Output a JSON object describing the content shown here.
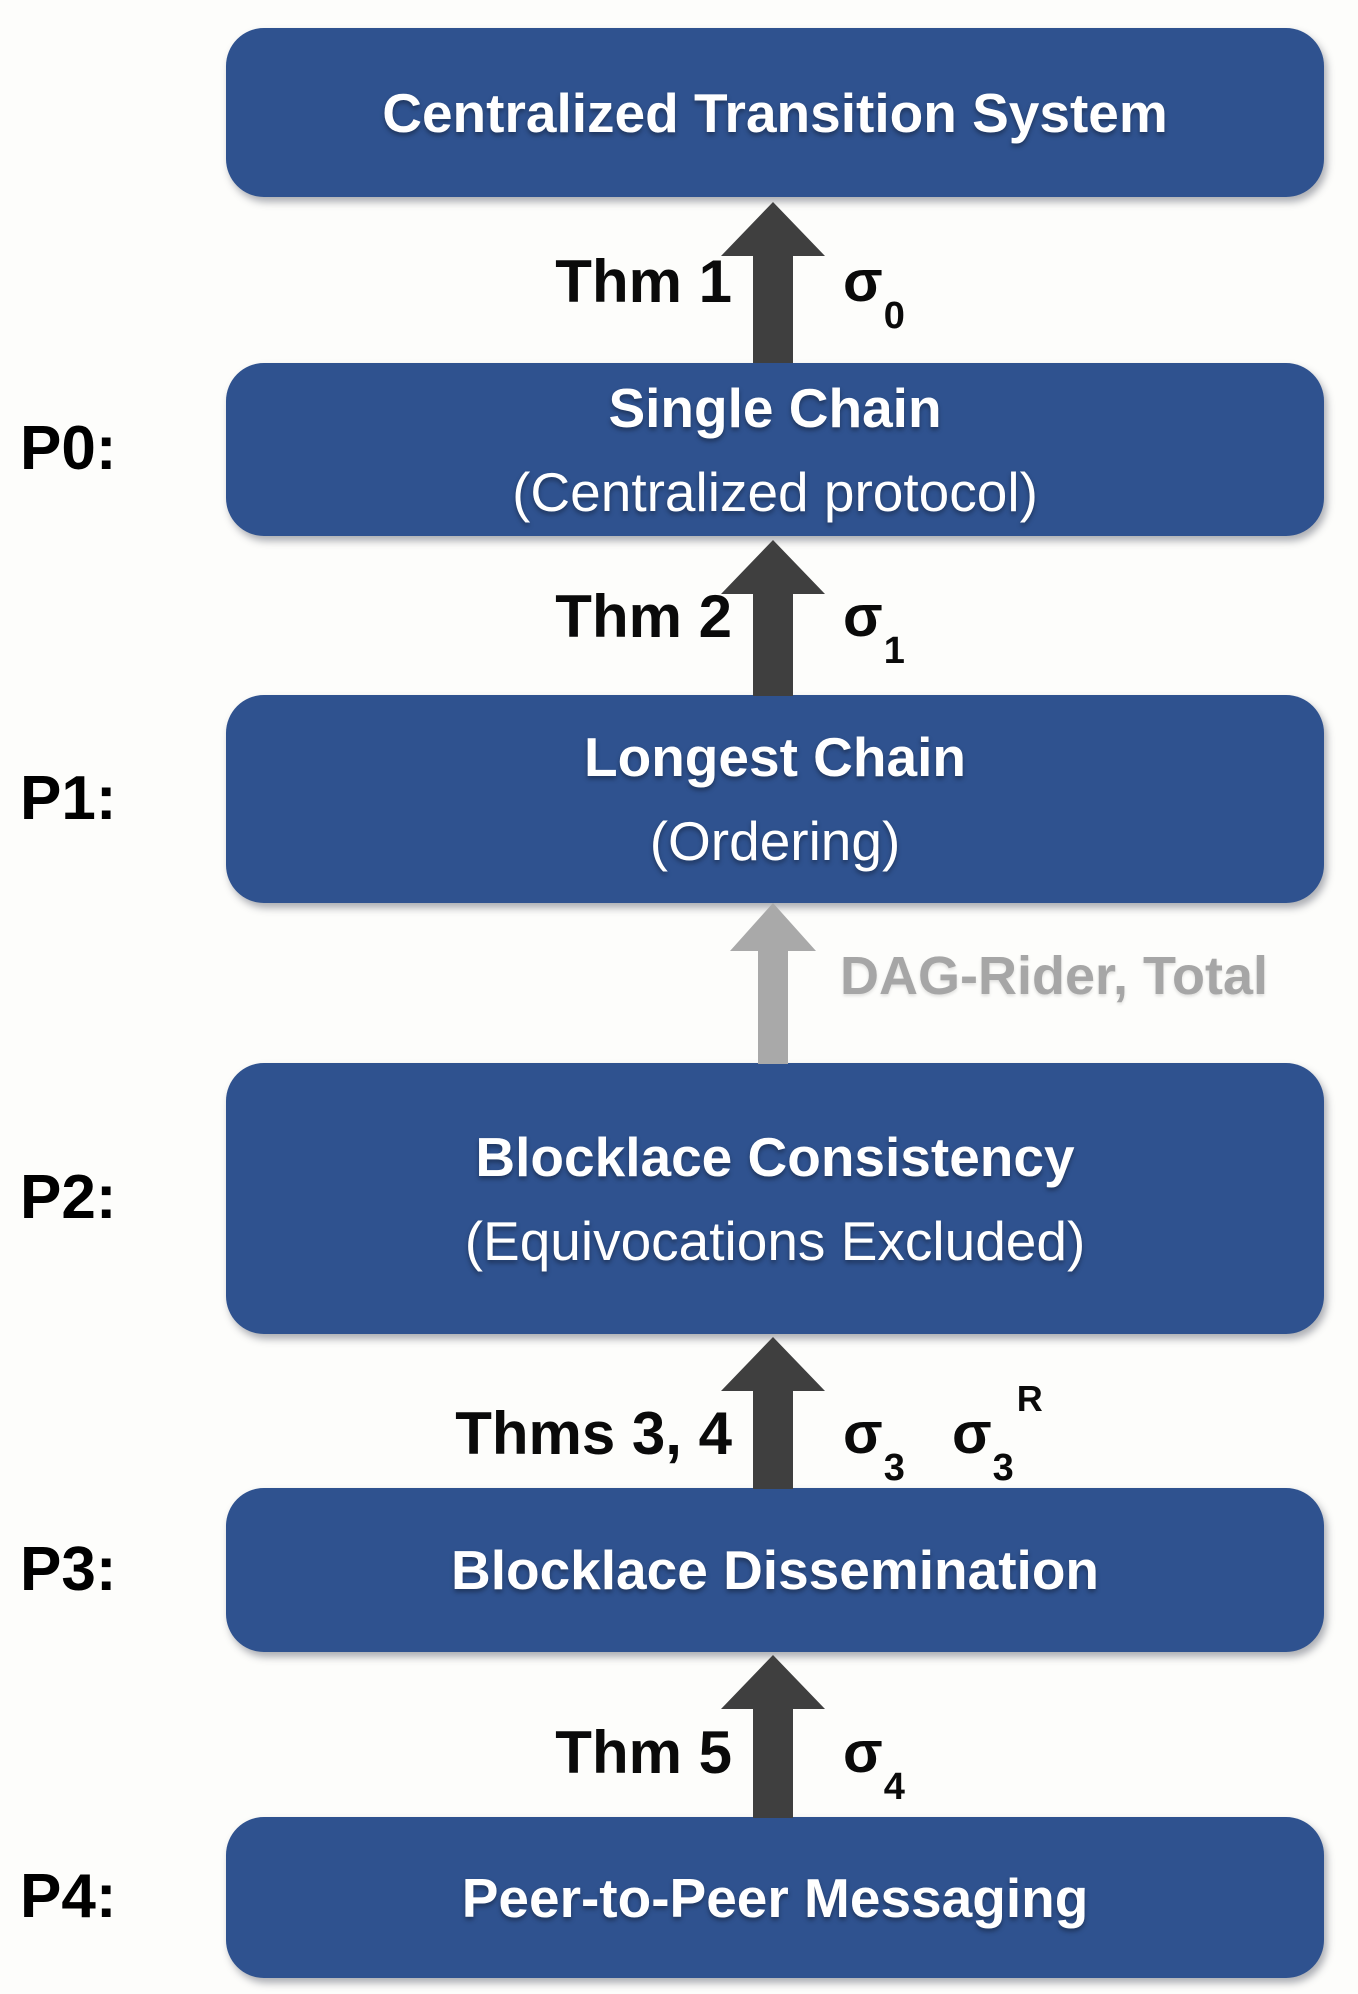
{
  "colors": {
    "box_fill": "#2F528F",
    "box_text": "#FFFFFF",
    "arrow_dark": "#3F3F3F",
    "arrow_gray": "#A9A9A9",
    "gray_label_text": "#A6A6A6",
    "label_text": "#000000",
    "background": "#FDFDFB"
  },
  "boxes": [
    {
      "title": "Centralized Transition System"
    },
    {
      "level_label": "P0:",
      "title": "Single Chain",
      "subtitle": "(Centralized protocol)"
    },
    {
      "level_label": "P1:",
      "title": "Longest Chain",
      "subtitle": "(Ordering)"
    },
    {
      "level_label": "P2:",
      "title": "Blocklace Consistency",
      "subtitle": "(Equivocations Excluded)"
    },
    {
      "level_label": "P3:",
      "title": "Blocklace Dissemination"
    },
    {
      "level_label": "P4:",
      "title": "Peer-to-Peer Messaging"
    }
  ],
  "arrows": [
    {
      "style": "dark",
      "left_label": "Thm 1",
      "sigmas": [
        {
          "base": "σ",
          "sub": "0"
        }
      ]
    },
    {
      "style": "dark",
      "left_label": "Thm 2",
      "sigmas": [
        {
          "base": "σ",
          "sub": "1"
        }
      ]
    },
    {
      "style": "gray",
      "right_label": "DAG-Rider, Total"
    },
    {
      "style": "dark",
      "left_label": "Thms 3, 4",
      "sigmas": [
        {
          "base": "σ",
          "sub": "3"
        },
        {
          "base": "σ",
          "sub": "3",
          "sup": "R"
        }
      ]
    },
    {
      "style": "dark",
      "left_label": "Thm 5",
      "sigmas": [
        {
          "base": "σ",
          "sub": "4"
        }
      ]
    }
  ]
}
